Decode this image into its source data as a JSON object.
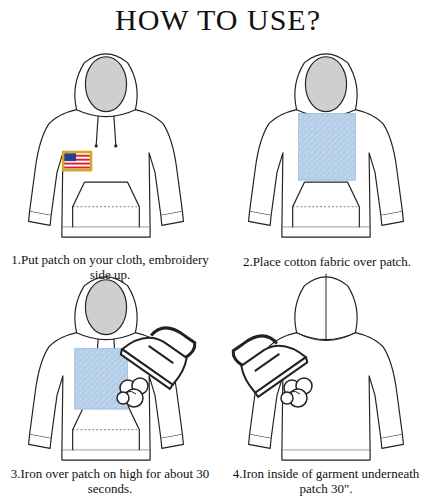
{
  "diagram": {
    "title": "HOW TO USE?",
    "labels": [
      "1.Put patch on your cloth, embroidery side up.",
      "2.Place cotton fabric over patch.",
      "3.Iron over patch on high for about 30 seconds.",
      "4.Iron inside of garment underneath patch 30\"."
    ]
  }
}
